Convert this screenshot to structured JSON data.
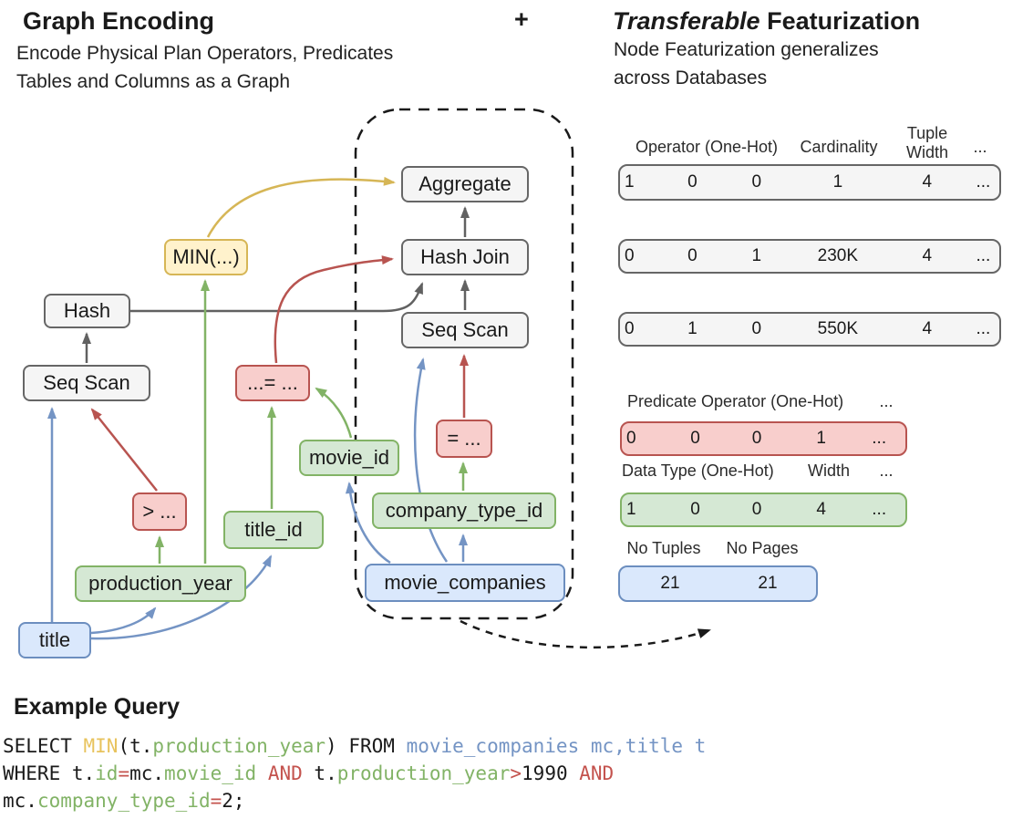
{
  "colors": {
    "text": "#1a1a1a",
    "grey_fill": "#F5F5F5",
    "grey_stroke": "#666666",
    "blue_fill": "#DAE8FC",
    "blue_stroke": "#6C8EBF",
    "green_fill": "#D5E8D4",
    "green_stroke": "#82B366",
    "red_fill": "#F8CECC",
    "red_stroke": "#B85450",
    "yellow_fill": "#FFF2CC",
    "yellow_stroke": "#D6B656",
    "arrow_grey": "#616161",
    "arrow_blue": "#7494C4",
    "arrow_green": "#82B366",
    "arrow_red": "#B85450",
    "arrow_yellow": "#D6B656",
    "arrow_black": "#1A1A1A",
    "sql_keyword": "#1A1A1A",
    "sql_agg": "#E8C35D",
    "sql_column": "#82B366",
    "sql_table": "#7494C4",
    "sql_operator": "#C4534E"
  },
  "header": {
    "left_title": "Graph Encoding",
    "left_subtitle": [
      "Encode Physical Plan Operators, Predicates",
      "Tables and Columns as a Graph"
    ],
    "plus": "+",
    "right_title_em": "Transferable",
    "right_title_rest": " Featurization",
    "right_subtitle": [
      "Node Featurization generalizes",
      "across Databases"
    ]
  },
  "graph": {
    "nodes": {
      "aggregate": {
        "label": "Aggregate",
        "type": "operator"
      },
      "hash_join": {
        "label": "Hash Join",
        "type": "operator"
      },
      "seq_scan_plan": {
        "label": "Seq Scan",
        "type": "operator"
      },
      "min": {
        "label": "MIN(...)",
        "type": "aggregation"
      },
      "hash": {
        "label": "Hash",
        "type": "operator"
      },
      "seq_scan_left": {
        "label": "Seq Scan",
        "type": "operator"
      },
      "join_pred": {
        "label": "...= ...",
        "type": "predicate"
      },
      "gt_pred": {
        "label": "> ...",
        "type": "predicate"
      },
      "eq_pred": {
        "label": "= ...",
        "type": "predicate"
      },
      "movie_id": {
        "label": "movie_id",
        "type": "column"
      },
      "title_id": {
        "label": "title_id",
        "type": "column"
      },
      "production_year": {
        "label": "production_year",
        "type": "column"
      },
      "company_type_id": {
        "label": "company_type_id",
        "type": "column"
      },
      "movie_companies": {
        "label": "movie_companies",
        "type": "table"
      },
      "title": {
        "label": "title",
        "type": "table"
      }
    }
  },
  "featurization": {
    "operator_header": {
      "operator": "Operator (One-Hot)",
      "cardinality": "Cardinality",
      "tuple1": "Tuple",
      "tuple2": "Width",
      "ellipsis": "..."
    },
    "operator_rows": [
      [
        "1",
        "0",
        "0",
        "1",
        "4",
        "..."
      ],
      [
        "0",
        "0",
        "1",
        "230K",
        "4",
        "..."
      ],
      [
        "0",
        "1",
        "0",
        "550K",
        "4",
        "..."
      ]
    ],
    "predicate_header": {
      "label": "Predicate Operator (One-Hot)",
      "ellipsis": "..."
    },
    "predicate_row": [
      "0",
      "0",
      "0",
      "1",
      "..."
    ],
    "datatype_header": {
      "label": "Data Type (One-Hot)",
      "width": "Width",
      "ellipsis": "..."
    },
    "datatype_row": [
      "1",
      "0",
      "0",
      "4",
      "..."
    ],
    "stats_header": {
      "tuples": "No Tuples",
      "pages": "No Pages"
    },
    "stats_row": [
      "21",
      "21"
    ]
  },
  "example_query": {
    "title": "Example Query",
    "lines": [
      [
        {
          "t": "SELECT ",
          "c": "k"
        },
        {
          "t": "MIN",
          "c": "y"
        },
        {
          "t": "(t.",
          "c": "k"
        },
        {
          "t": "production_year",
          "c": "g"
        },
        {
          "t": ") ",
          "c": "k"
        },
        {
          "t": "FROM ",
          "c": "k"
        },
        {
          "t": "movie_companies mc,title t",
          "c": "b"
        }
      ],
      [
        {
          "t": "WHERE t.",
          "c": "k"
        },
        {
          "t": "id",
          "c": "g"
        },
        {
          "t": "=",
          "c": "r"
        },
        {
          "t": "mc.",
          "c": "k"
        },
        {
          "t": "movie_id",
          "c": "g"
        },
        {
          "t": " AND ",
          "c": "r"
        },
        {
          "t": "t.",
          "c": "k"
        },
        {
          "t": "production_year",
          "c": "g"
        },
        {
          "t": ">",
          "c": "r"
        },
        {
          "t": "1990",
          "c": "k"
        },
        {
          "t": " AND",
          "c": "r"
        }
      ],
      [
        {
          "t": "mc.",
          "c": "k"
        },
        {
          "t": "company_type_id",
          "c": "g"
        },
        {
          "t": "=",
          "c": "r"
        },
        {
          "t": "2;",
          "c": "k"
        }
      ]
    ]
  }
}
